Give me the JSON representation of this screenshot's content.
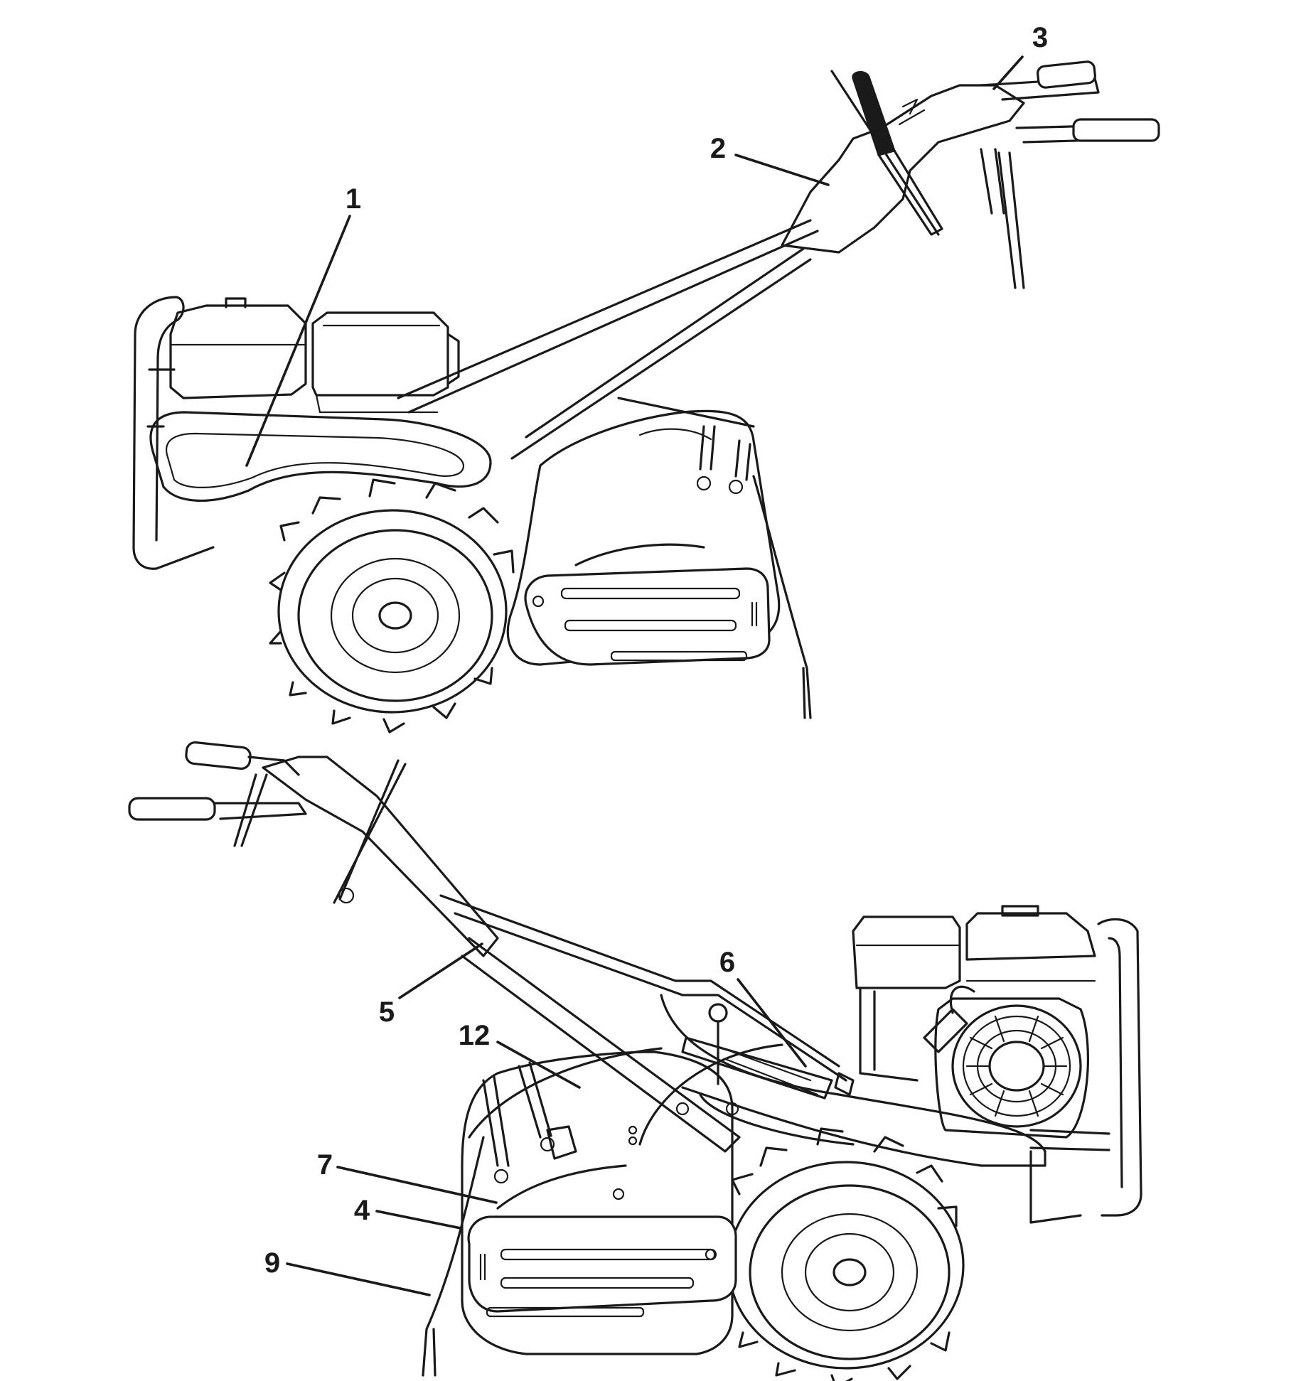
{
  "callouts": {
    "c1": "1",
    "c2": "2",
    "c3": "3",
    "c4": "4",
    "c5": "5",
    "c6": "6",
    "c7": "7",
    "c9": "9",
    "c12": "12"
  },
  "colors": {
    "line": "#1a1a1a",
    "background": "#ffffff"
  }
}
